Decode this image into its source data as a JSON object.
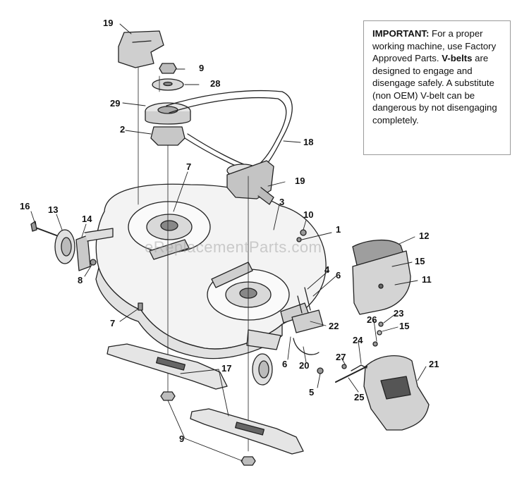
{
  "notice": {
    "important_label": "IMPORTANT:",
    "text_1": " For a proper working machine, use Factory Approved Parts. ",
    "vbelts_label": "V-belts",
    "text_2": " are designed to engage and disengage safely. A substitute (non OEM) V-belt can be dangerous by not disengaging completely."
  },
  "watermark": "eReplacementParts.com",
  "callouts": [
    {
      "id": "c19a",
      "label": "19"
    },
    {
      "id": "c9a",
      "label": "9"
    },
    {
      "id": "c28",
      "label": "28"
    },
    {
      "id": "c29",
      "label": "29"
    },
    {
      "id": "c2",
      "label": "2"
    },
    {
      "id": "c18",
      "label": "18"
    },
    {
      "id": "c7a",
      "label": "7"
    },
    {
      "id": "c19b",
      "label": "19"
    },
    {
      "id": "c3",
      "label": "3"
    },
    {
      "id": "c16",
      "label": "16"
    },
    {
      "id": "c13",
      "label": "13"
    },
    {
      "id": "c14",
      "label": "14"
    },
    {
      "id": "c10",
      "label": "10"
    },
    {
      "id": "c1",
      "label": "1"
    },
    {
      "id": "c12",
      "label": "12"
    },
    {
      "id": "c15a",
      "label": "15"
    },
    {
      "id": "c8",
      "label": "8"
    },
    {
      "id": "c4",
      "label": "4"
    },
    {
      "id": "c6a",
      "label": "6"
    },
    {
      "id": "c11",
      "label": "11"
    },
    {
      "id": "c7b",
      "label": "7"
    },
    {
      "id": "c22",
      "label": "22"
    },
    {
      "id": "c23",
      "label": "23"
    },
    {
      "id": "c26",
      "label": "26"
    },
    {
      "id": "c15b",
      "label": "15"
    },
    {
      "id": "c17",
      "label": "17"
    },
    {
      "id": "c6b",
      "label": "6"
    },
    {
      "id": "c20",
      "label": "20"
    },
    {
      "id": "c24",
      "label": "24"
    },
    {
      "id": "c27",
      "label": "27"
    },
    {
      "id": "c21",
      "label": "21"
    },
    {
      "id": "c5",
      "label": "5"
    },
    {
      "id": "c25",
      "label": "25"
    },
    {
      "id": "c9b",
      "label": "9"
    }
  ]
}
